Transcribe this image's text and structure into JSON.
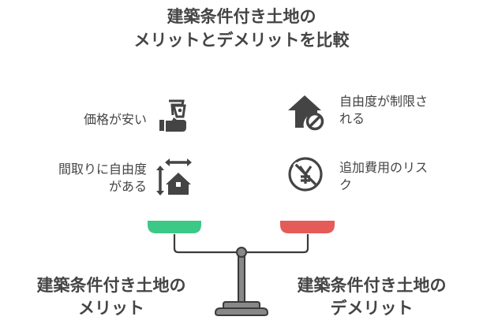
{
  "title": {
    "line1": "建築条件付き土地の",
    "line2": "メリットとデメリットを比較"
  },
  "merits": {
    "label_line1": "建築条件付き土地の",
    "label_line2": "メリット",
    "color": "#3CC886",
    "items": [
      {
        "text_line1": "価格が安い",
        "text_line2": "",
        "icon": "hand-holding-money-icon"
      },
      {
        "text_line1": "間取りに自由度",
        "text_line2": "がある",
        "icon": "house-dimensions-icon"
      }
    ]
  },
  "demerits": {
    "label_line1": "建築条件付き土地の",
    "label_line2": "デメリット",
    "color": "#E45B57",
    "items": [
      {
        "text_line1": "自由度が制限さ",
        "text_line2": "れる",
        "icon": "house-prohibited-icon"
      },
      {
        "text_line1": "追加費用のリス",
        "text_line2": "ク",
        "icon": "yen-crossed-icon"
      }
    ]
  },
  "colors": {
    "text": "#444444",
    "icon": "#444444",
    "scale_gray": "#888888",
    "scale_outline": "#3a3a3a"
  }
}
